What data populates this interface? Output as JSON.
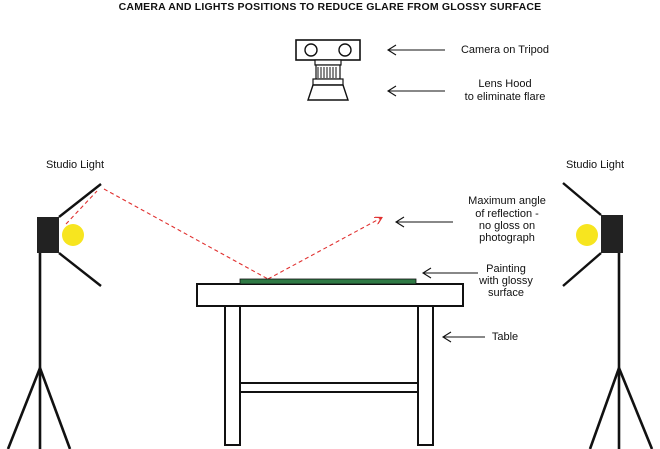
{
  "title": "CAMERA AND LIGHTS POSITIONS TO REDUCE GLARE FROM GLOSSY SURFACE",
  "labels": {
    "camera": "Camera on Tripod",
    "lens_hood_line1": "Lens Hood",
    "lens_hood_line2": "to eliminate flare",
    "studio_light_left": "Studio Light",
    "studio_light_right": "Studio Light",
    "reflection_line1": "Maximum angle",
    "reflection_line2": "of reflection -",
    "reflection_line3": "no gloss on",
    "reflection_line4": "photograph",
    "painting_line1": "Painting",
    "painting_line2": "with glossy",
    "painting_line3": "surface",
    "table": "Table"
  },
  "colors": {
    "line": "#111111",
    "bulb": "#f7e51f",
    "ray": "#e0302f",
    "painting": "#2f7a45"
  }
}
